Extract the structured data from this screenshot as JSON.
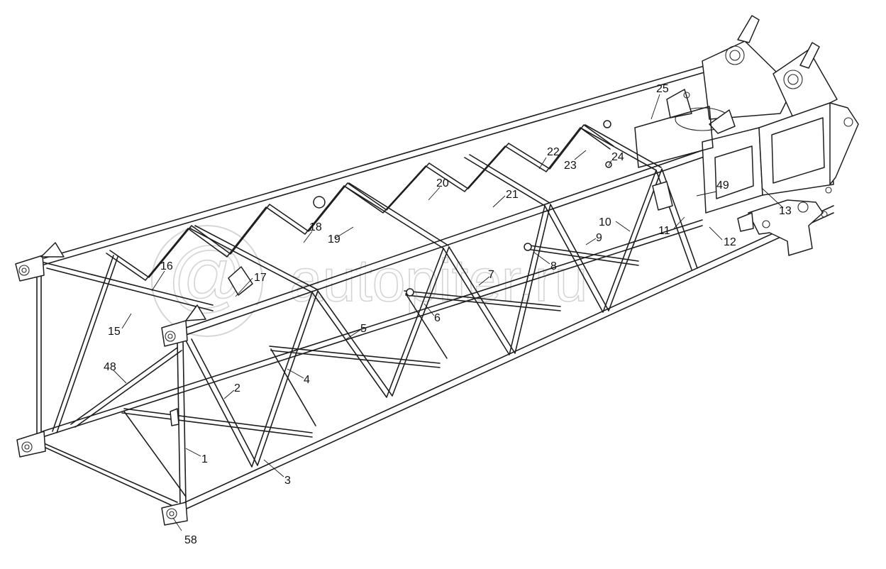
{
  "watermark": {
    "text": "autopiter.ru",
    "logo_glyph": "@"
  },
  "callouts": [
    {
      "id": "1",
      "text": "1"
    },
    {
      "id": "2",
      "text": "2"
    },
    {
      "id": "3",
      "text": "3"
    },
    {
      "id": "4",
      "text": "4"
    },
    {
      "id": "5",
      "text": "5"
    },
    {
      "id": "6",
      "text": "6"
    },
    {
      "id": "7",
      "text": "7"
    },
    {
      "id": "8",
      "text": "8"
    },
    {
      "id": "9",
      "text": "9"
    },
    {
      "id": "10",
      "text": "10"
    },
    {
      "id": "11",
      "text": "11"
    },
    {
      "id": "12",
      "text": "12"
    },
    {
      "id": "13",
      "text": "13"
    },
    {
      "id": "15",
      "text": "15"
    },
    {
      "id": "16",
      "text": "16"
    },
    {
      "id": "17",
      "text": "17"
    },
    {
      "id": "18",
      "text": "18"
    },
    {
      "id": "19",
      "text": "19"
    },
    {
      "id": "20",
      "text": "20"
    },
    {
      "id": "21",
      "text": "21"
    },
    {
      "id": "22",
      "text": "22"
    },
    {
      "id": "23",
      "text": "23"
    },
    {
      "id": "24",
      "text": "24"
    },
    {
      "id": "25",
      "text": "25"
    },
    {
      "id": "48",
      "text": "48"
    },
    {
      "id": "49",
      "text": "49"
    },
    {
      "id": "58",
      "text": "58"
    }
  ]
}
